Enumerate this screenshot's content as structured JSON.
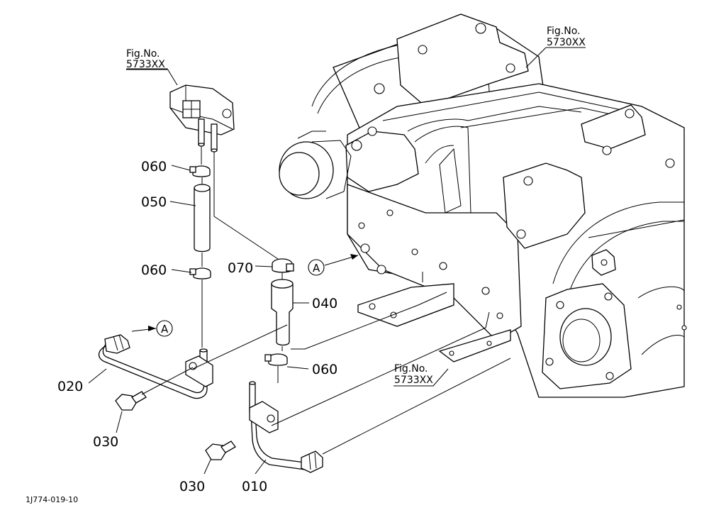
{
  "figure_refs": {
    "top_left": {
      "line1": "Fig.No.",
      "line2": "5733XX"
    },
    "top_right": {
      "line1": "Fig.No.",
      "line2": "5730XX"
    },
    "bottom": {
      "line1": "Fig.No.",
      "line2": "5733XX"
    }
  },
  "callouts": {
    "c060_top": "060",
    "c050": "050",
    "c060_mid": "060",
    "c070": "070",
    "c040": "040",
    "c060_bottom": "060",
    "c020": "020",
    "c030_left": "030",
    "c030_right": "030",
    "c010": "010"
  },
  "reference_markers": {
    "upper": "A",
    "lower": "A"
  },
  "drawing_code": "1J774-019-10"
}
